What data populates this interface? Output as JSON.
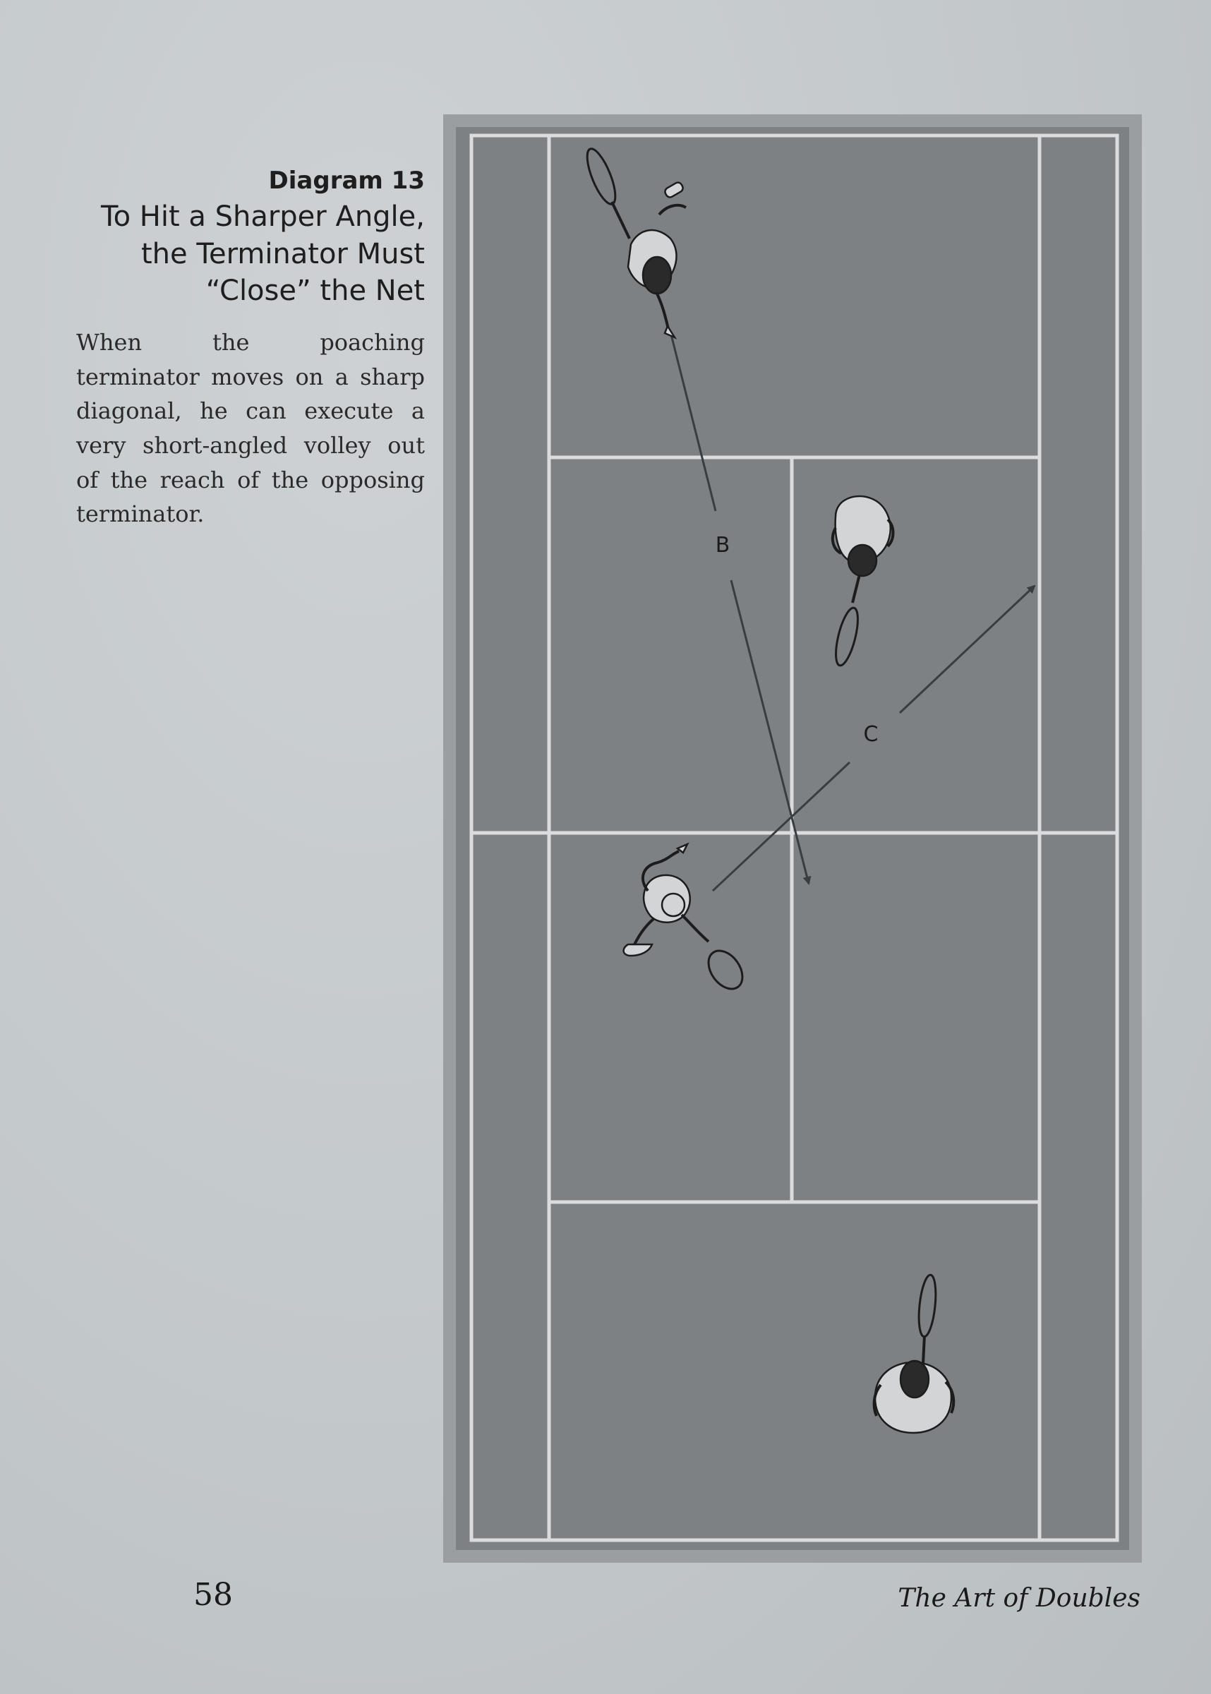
{
  "caption": {
    "diagram_number": "Diagram 13",
    "title_lines": [
      "To Hit a Sharper Angle,",
      "the Terminator Must",
      "“Close” the Net"
    ],
    "body": "When the poaching terminator moves on a sharp diagonal, he can execute a very short-angled volley out of the reach of the opposing terminator."
  },
  "diagram": {
    "labels": {
      "b": "B",
      "c": "C"
    },
    "colors": {
      "court": "#7d8183",
      "lines": "#dadcdd",
      "border": "#9a9ea0",
      "ink": "#3a3d3f"
    }
  },
  "footer": {
    "page_number": "58",
    "book_title": "The Art of Doubles"
  }
}
